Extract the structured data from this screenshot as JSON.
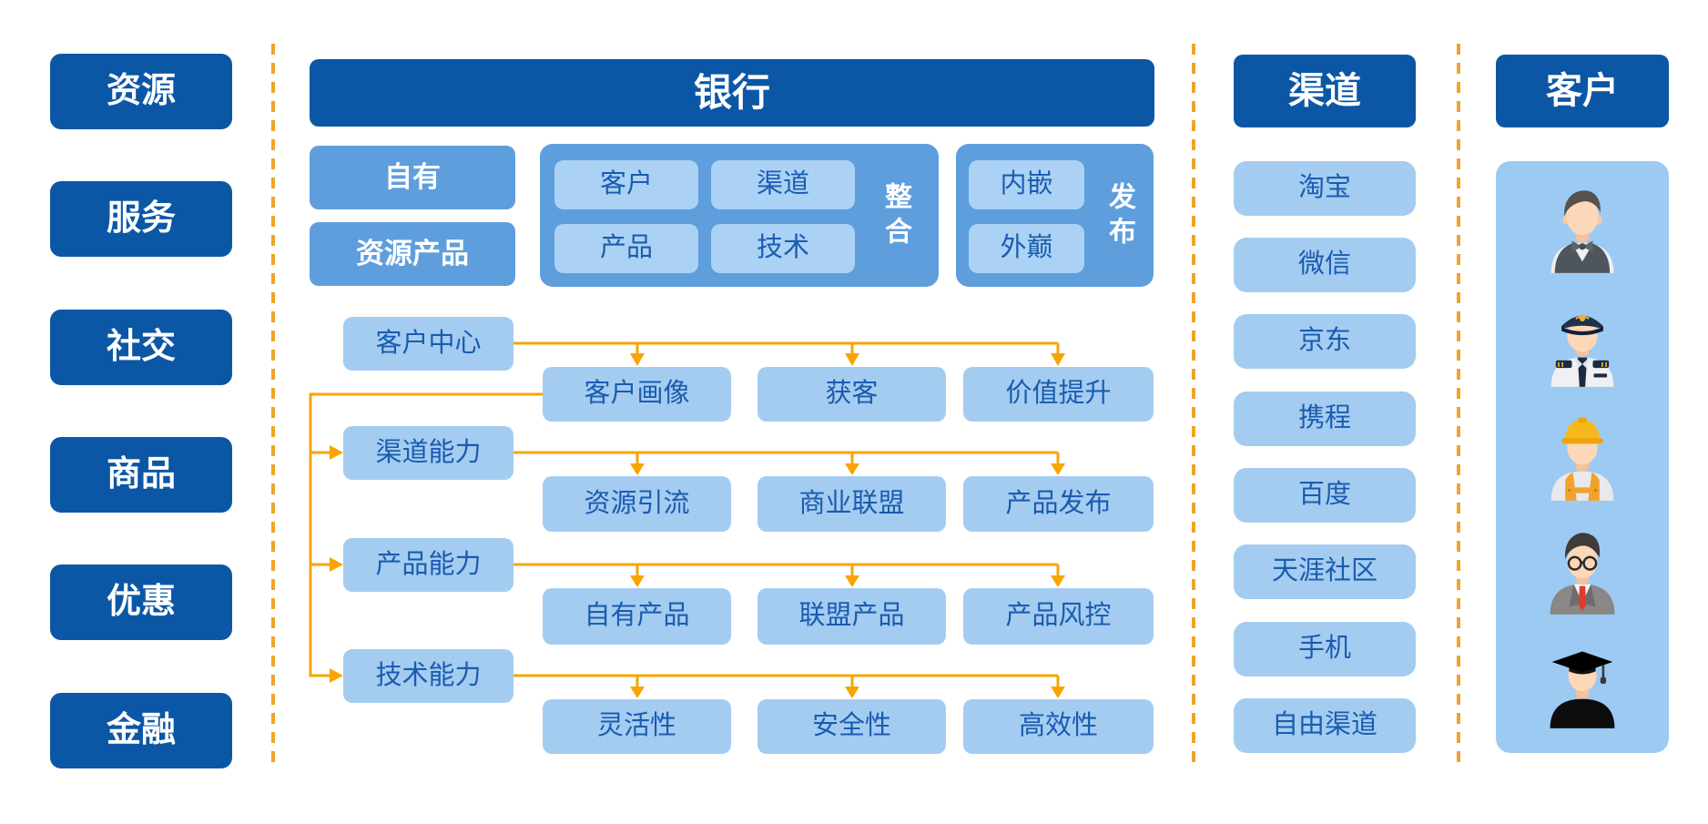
{
  "left_column": {
    "items": [
      "资源",
      "服务",
      "社交",
      "商品",
      "优惠",
      "金融"
    ]
  },
  "bank": {
    "header": "银行",
    "own_boxes": [
      "自有",
      "资源产品"
    ],
    "integration_group": {
      "vertical_label": "整合",
      "items": [
        "客户",
        "渠道",
        "产品",
        "技术"
      ]
    },
    "publish_group": {
      "vertical_label": "发布",
      "items": [
        "内嵌",
        "外巅"
      ]
    },
    "capability_rows": [
      {
        "label": "客户中心",
        "items": [
          "客户画像",
          "获客",
          "价值提升"
        ]
      },
      {
        "label": "渠道能力",
        "items": [
          "资源引流",
          "商业联盟",
          "产品发布"
        ]
      },
      {
        "label": "产品能力",
        "items": [
          "自有产品",
          "联盟产品",
          "产品风控"
        ]
      },
      {
        "label": "技术能力",
        "items": [
          "灵活性",
          "安全性",
          "高效性"
        ]
      }
    ]
  },
  "channels": {
    "header": "渠道",
    "items": [
      "淘宝",
      "微信",
      "京东",
      "携程",
      "百度",
      "天涯社区",
      "手机",
      "自由渠道"
    ]
  },
  "customers": {
    "header": "客户",
    "avatar_icons": [
      "waiter-avatar-icon",
      "pilot-avatar-icon",
      "construction-worker-avatar-icon",
      "businessman-avatar-icon",
      "graduate-avatar-icon"
    ]
  },
  "colors": {
    "dark_blue": "#0b57a6",
    "medium_blue": "#5e9edd",
    "light_blue": "#a4ccf1",
    "box_text_blue": "#1a5caf",
    "arrow_orange": "#f7a500",
    "separator_orange": "#efa42a"
  }
}
